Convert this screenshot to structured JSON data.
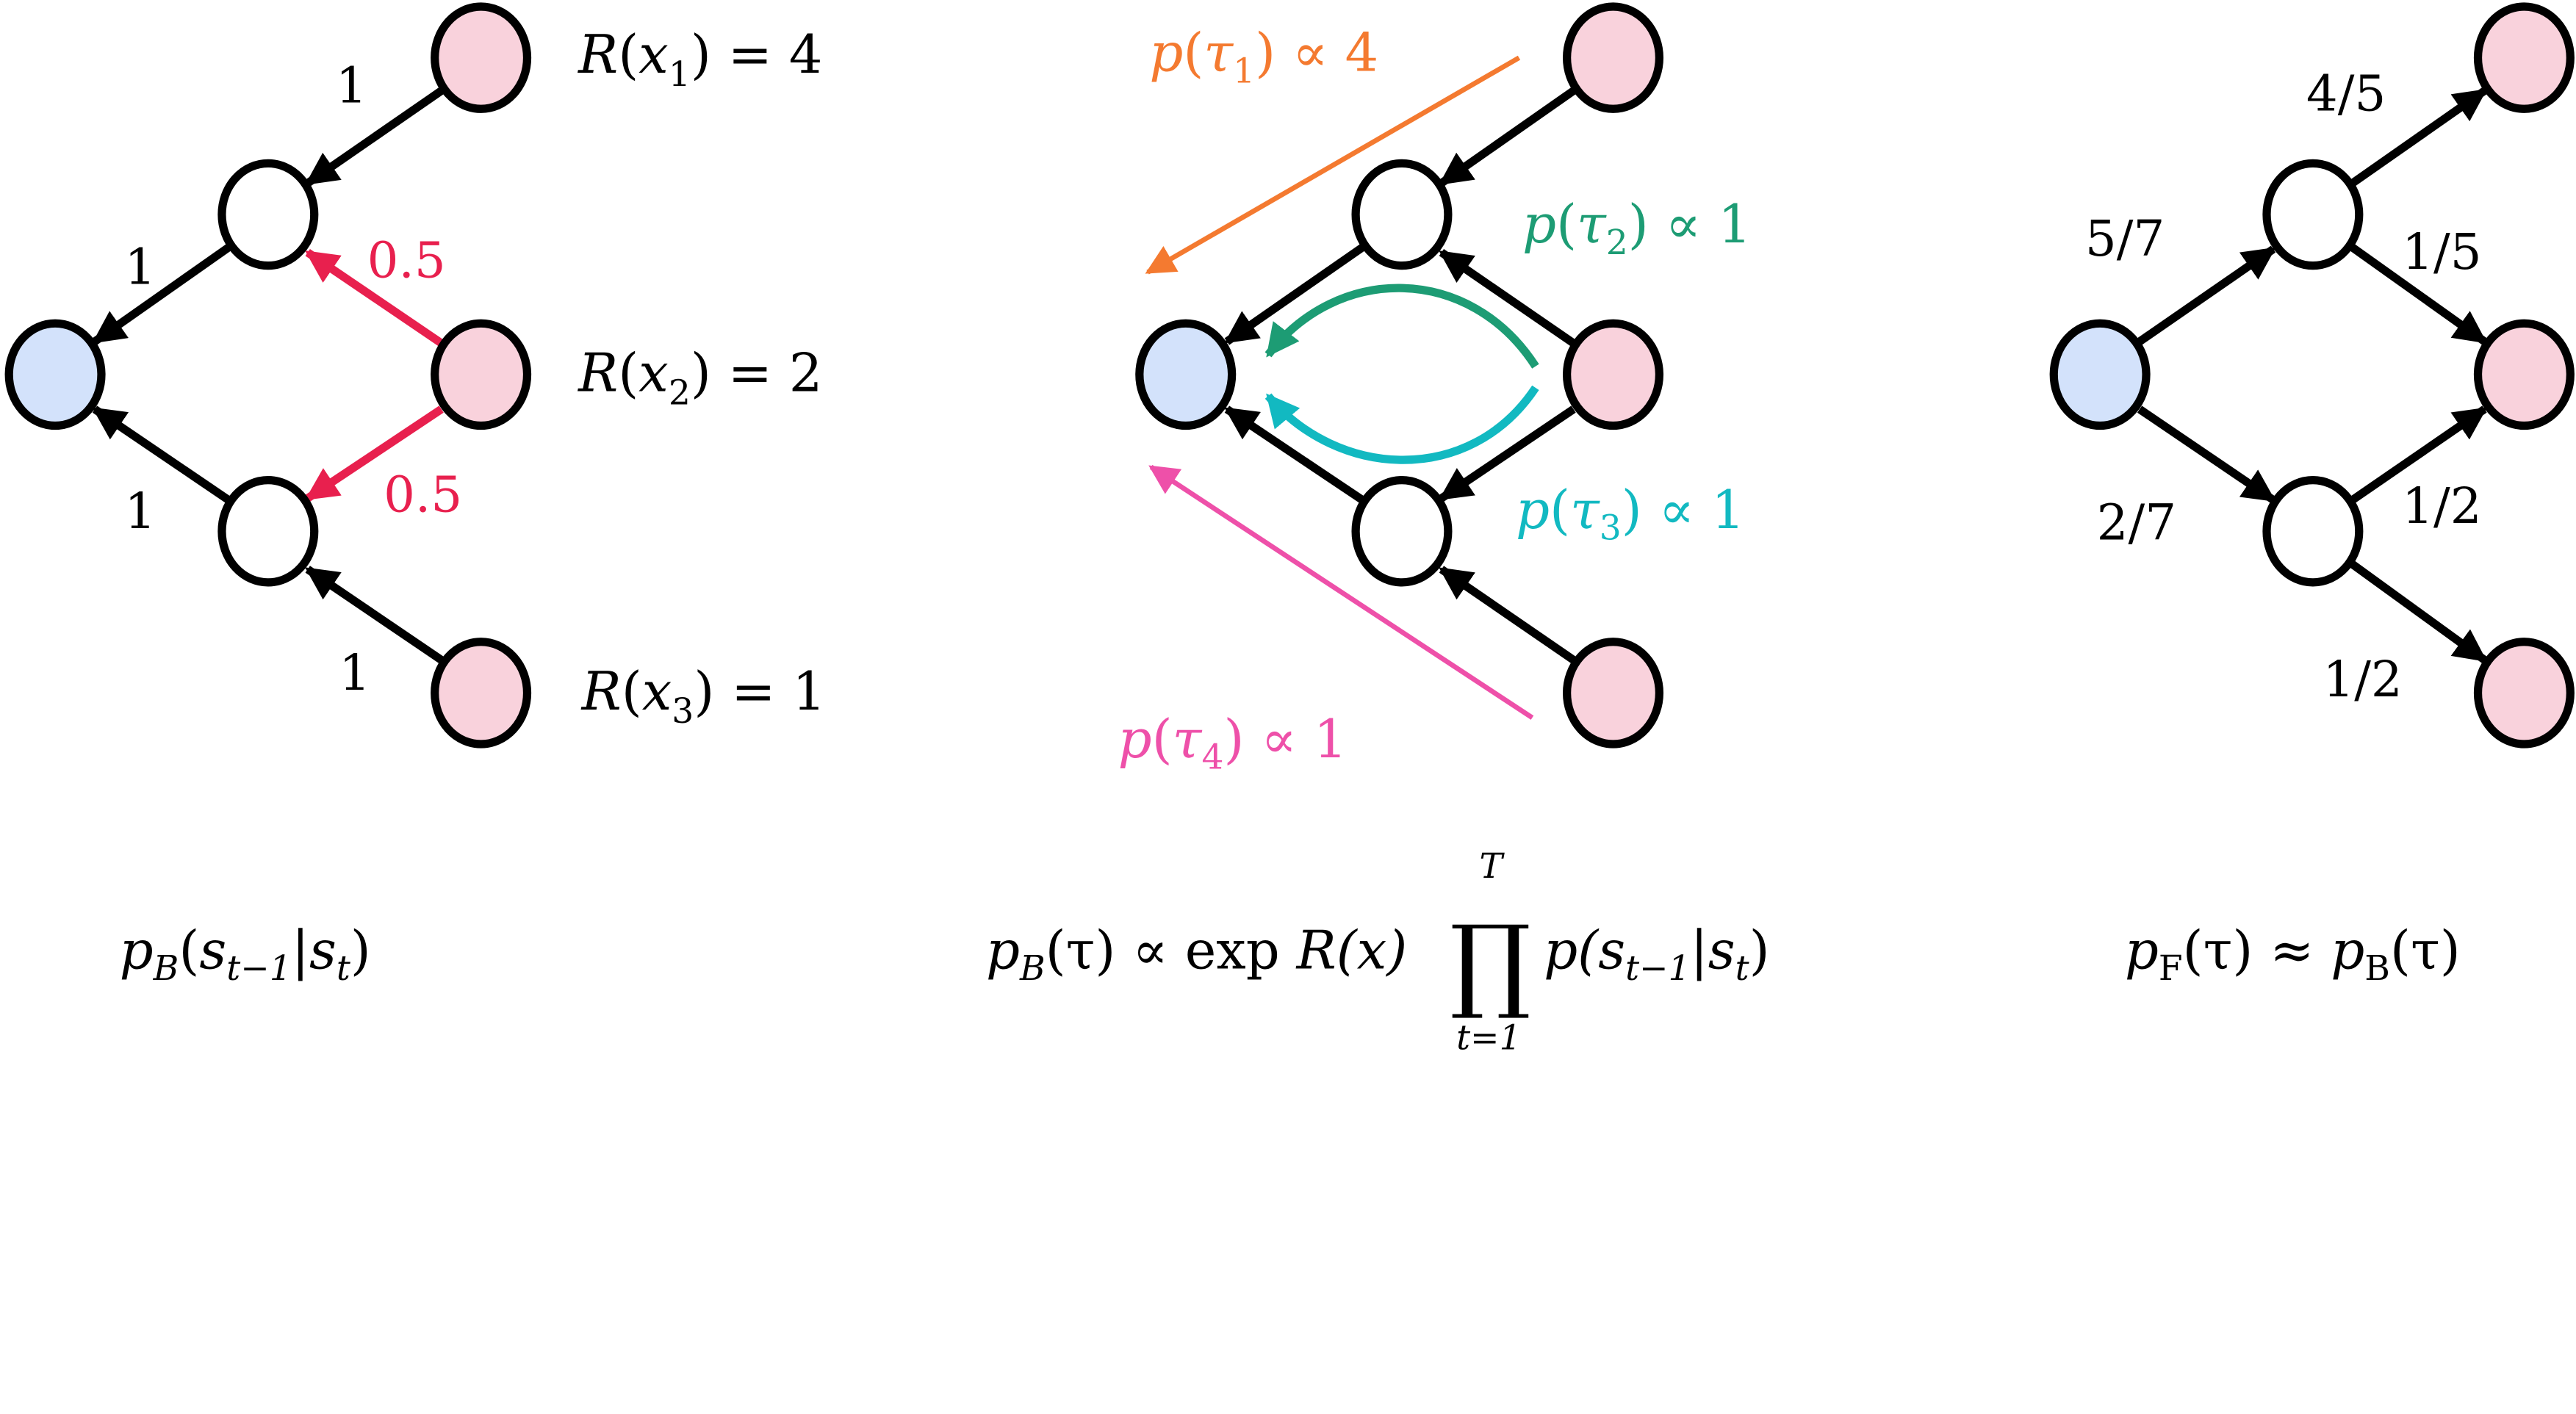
{
  "colors": {
    "terminal_fill": "#f9d2dc",
    "root_fill": "#d3e2fb",
    "backward_highlight": "#e8204e",
    "tau1": "#f47a30",
    "tau2": "#1d9c74",
    "tau3": "#12b9c1",
    "tau4": "#ee50a9"
  },
  "left_panel": {
    "edge_labels": [
      "1",
      "1",
      "1",
      "1"
    ],
    "red_edge_labels": [
      "0.5",
      "0.5"
    ],
    "rewards": [
      {
        "var": "x",
        "sub": "1",
        "value": "4"
      },
      {
        "var": "x",
        "sub": "2",
        "value": "2"
      },
      {
        "var": "x",
        "sub": "3",
        "value": "1"
      }
    ],
    "caption": {
      "p": "p",
      "B": "B",
      "s1": "s",
      "s1sub": "t−1",
      "bar": "|",
      "s2": "s",
      "s2sub": "t"
    }
  },
  "middle_panel": {
    "trajectories": [
      {
        "tau_sub": "1",
        "value": "4"
      },
      {
        "tau_sub": "2",
        "value": "1"
      },
      {
        "tau_sub": "3",
        "value": "1"
      },
      {
        "tau_sub": "4",
        "value": "1"
      }
    ],
    "caption": {
      "lhs": "p",
      "lhs_sub": "B",
      "tau": "(τ) ∝ exp ",
      "R": "R(x)",
      "prod": "∏",
      "upper": "T",
      "lower": "t=1",
      "rhs": "p(s",
      "rhs_sub1": "t−1",
      "rhs_mid": "|s",
      "rhs_sub2": "t",
      "rhs_end": ")"
    }
  },
  "right_panel": {
    "edge_labels": [
      "5/7",
      "2/7",
      "4/5",
      "1/5",
      "1/2",
      "1/2"
    ],
    "caption": {
      "p1": "p",
      "F": "F",
      "t1": "(τ) ≈ ",
      "p2": "p",
      "B": "B",
      "t2": "(τ)"
    }
  }
}
